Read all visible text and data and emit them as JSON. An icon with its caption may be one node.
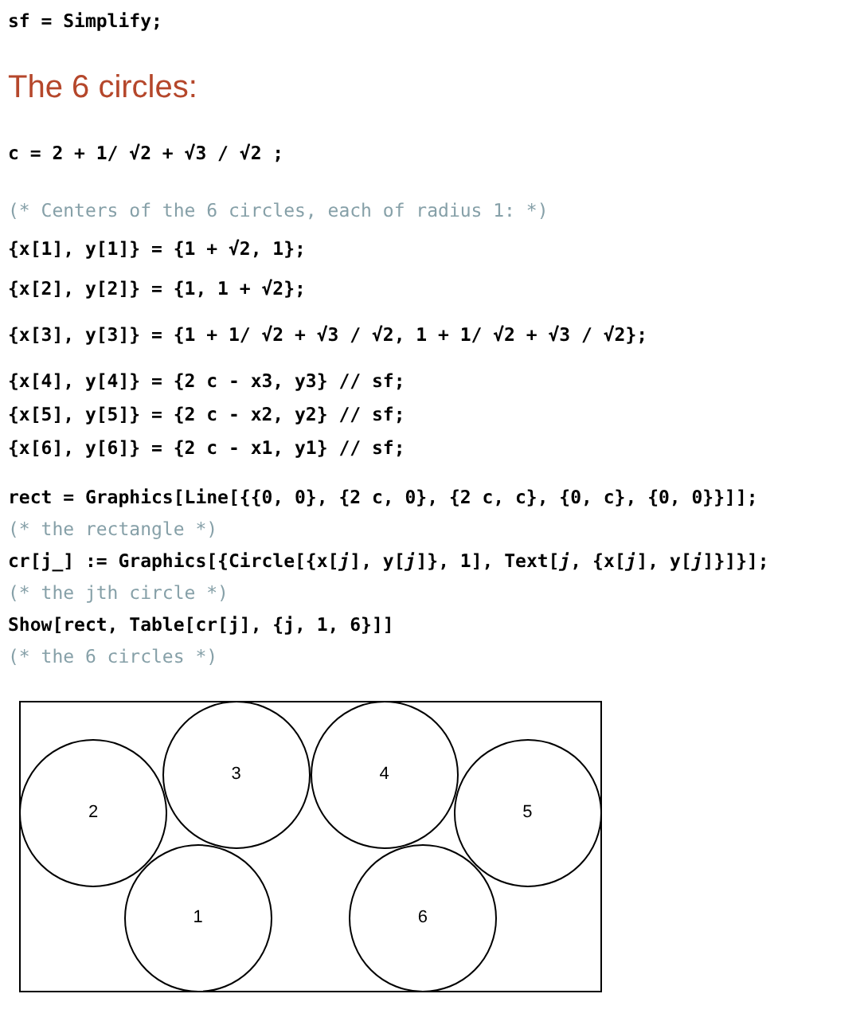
{
  "diagram": {
    "title": "The 6 circles:",
    "nodes": [
      {
        "text": [],
        "shape": "box"
      },
      {
        "text": [
          "1"
        ],
        "in": 0
      },
      {
        "text": [
          "2"
        ],
        "in": 0
      },
      {
        "text": [
          "3"
        ],
        "in": 0
      },
      {
        "text": [
          "4"
        ],
        "in": 0
      },
      {
        "text": [
          "5"
        ],
        "in": 0
      },
      {
        "text": [
          "6"
        ],
        "in": 0
      }
    ],
    "labels": [
      "sf = Simplify;",
      "c = 2 + 1/ √2 + √3 / √2 ;",
      "(* Centers of the 6 circles, each of radius 1: *)",
      "{x[1], y[1]} = {1 + √2, 1};",
      "{x[2], y[2]} = {1, 1 + √2};",
      "{x[3], y[3]} = {1 + 1/ √2 + √3 / √2, 1 + 1/ √2 + √3 / √2};",
      "{x[4], y[4]} = {2 c - x3, y3} // sf;",
      "{x[5], y[5]} = {2 c - x2, y2} // sf;",
      "{x[6], y[6]} = {2 c - x1, y1} // sf;",
      "rect = Graphics[Line[{{0, 0}, {2 c, 0}, {2 c, c}, {0, c}, {0, 0}}]];",
      "(* the rectangle *)",
      "cr[j_] := Graphics[{Circle[{x[*j*], y[*j*]}, 1], Text[*j*, {x[*j*], y[*j*]}]}];",
      "(* the jth circle *)",
      "Show[rect, Table[cr[j], {j, 1, 6}]]",
      "(* the 6 circles *)"
    ]
  }
}
